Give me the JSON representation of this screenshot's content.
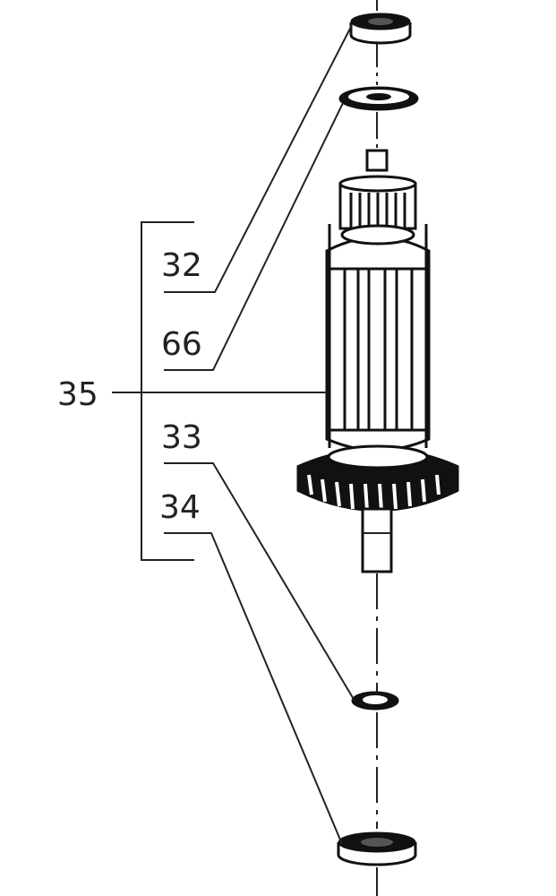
{
  "diagram": {
    "callouts": [
      {
        "id": "32",
        "label": "32"
      },
      {
        "id": "66",
        "label": "66"
      },
      {
        "id": "35",
        "label": "35"
      },
      {
        "id": "33",
        "label": "33"
      },
      {
        "id": "34",
        "label": "34"
      }
    ]
  }
}
